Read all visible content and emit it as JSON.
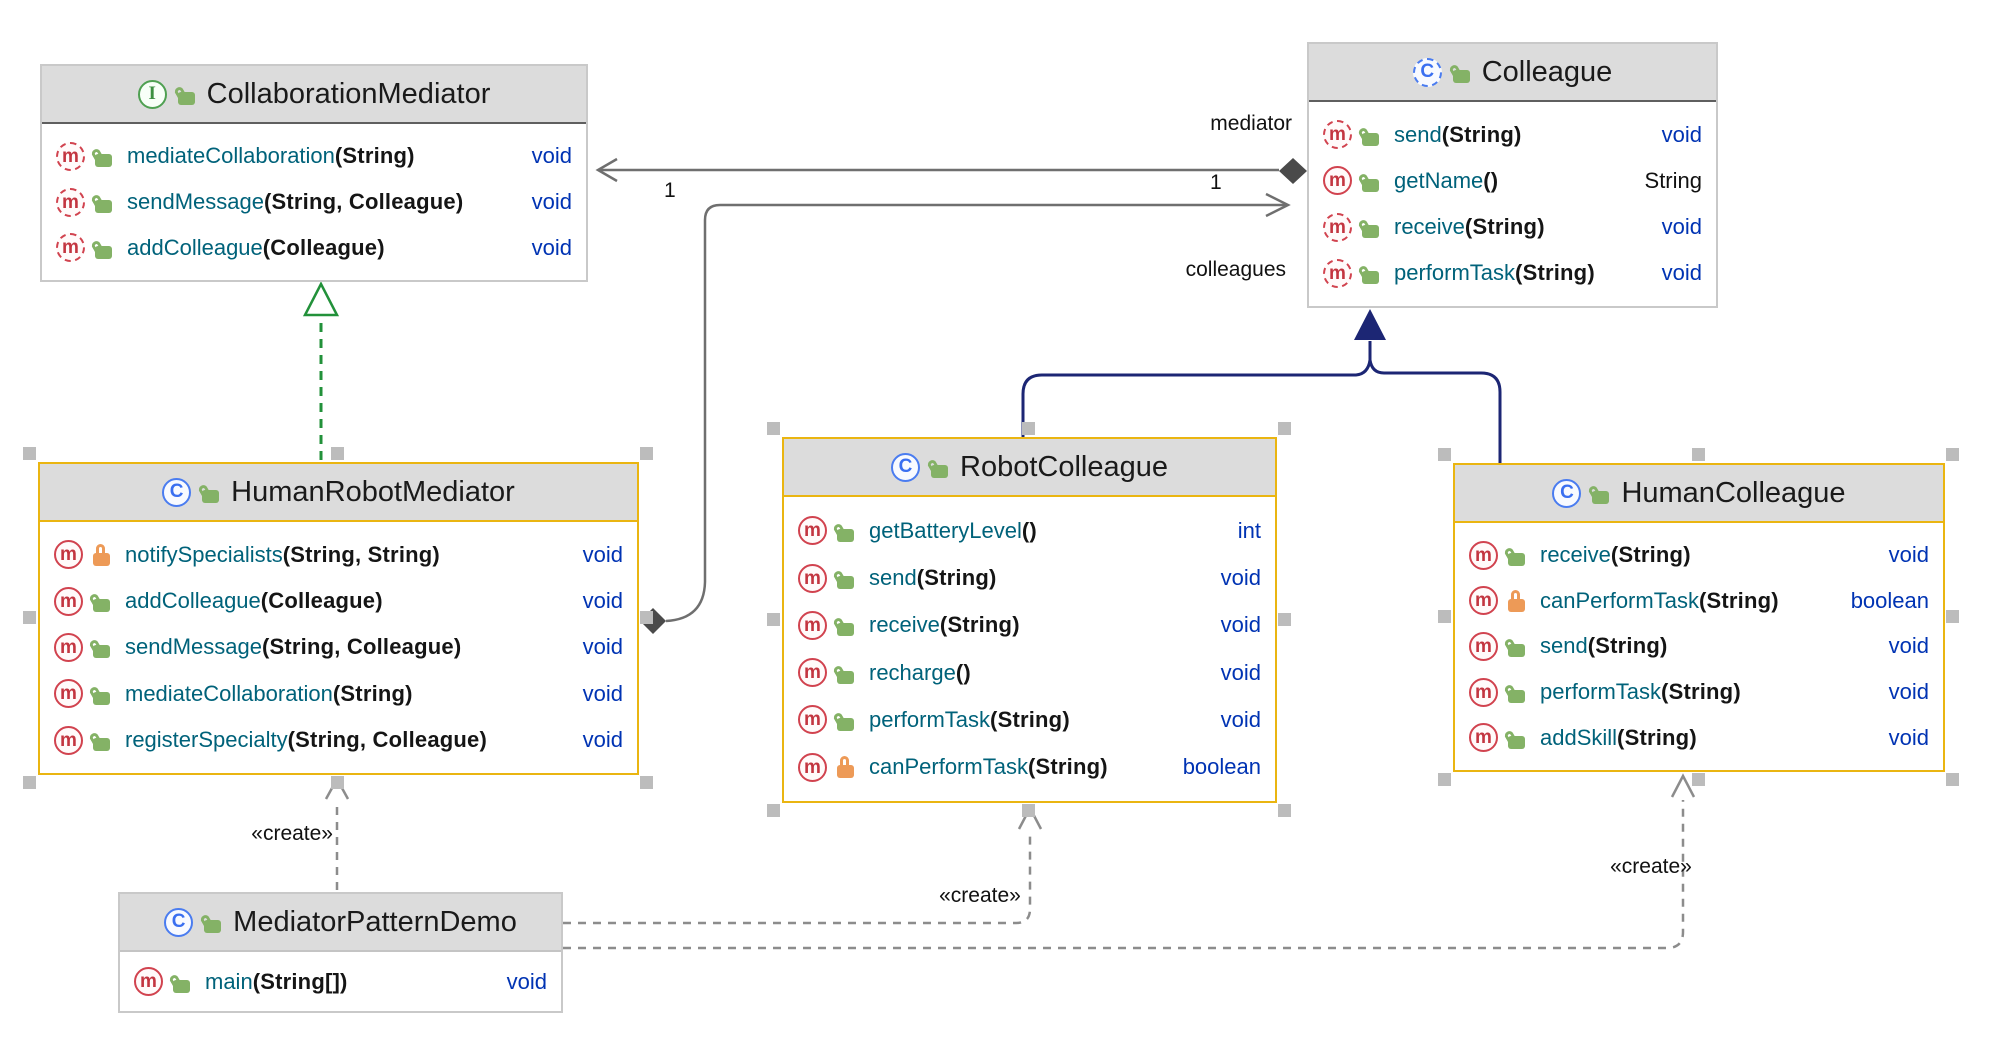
{
  "diagram": {
    "tool": "uml-class-diagram",
    "background": "#ffffff",
    "colors": {
      "box_header": "#dcdcdc",
      "box_border": "#c9c9c9",
      "selected_border": "#eab511",
      "method_name": "#00627A",
      "keyword_type": "#0033B3",
      "class_type_text": "#111111",
      "method_icon_red": "#d1434f",
      "class_icon_blue": "#4a7cf0",
      "interface_icon_green": "#4fa052",
      "public_lock_green": "#84b266",
      "private_lock_orange": "#ed9a57",
      "association_gray": "#6f6f6f",
      "inheritance_navy": "#1c2674",
      "realization_green": "#22913a",
      "diamond_fill": "#4a4a4a",
      "selection_handle": "#bcbcbc"
    }
  },
  "classes": [
    {
      "title": "CollaborationMediator",
      "kind": "interface",
      "selected": false,
      "methods": [
        {
          "name": "mediateCollaboration",
          "params": "(String)",
          "returns": "void",
          "visibility": "public",
          "abstract": true
        },
        {
          "name": "sendMessage",
          "params": "(String, Colleague)",
          "returns": "void",
          "visibility": "public",
          "abstract": true
        },
        {
          "name": "addColleague",
          "params": "(Colleague)",
          "returns": "void",
          "visibility": "public",
          "abstract": true
        }
      ]
    },
    {
      "title": "Colleague",
      "kind": "abstract-class",
      "selected": false,
      "methods": [
        {
          "name": "send",
          "params": "(String)",
          "returns": "void",
          "visibility": "public",
          "abstract": true
        },
        {
          "name": "getName",
          "params": "()",
          "returns": "String",
          "visibility": "public",
          "abstract": false
        },
        {
          "name": "receive",
          "params": "(String)",
          "returns": "void",
          "visibility": "public",
          "abstract": true
        },
        {
          "name": "performTask",
          "params": "(String)",
          "returns": "void",
          "visibility": "public",
          "abstract": true
        }
      ]
    },
    {
      "title": "HumanRobotMediator",
      "kind": "class",
      "selected": true,
      "methods": [
        {
          "name": "notifySpecialists",
          "params": "(String, String)",
          "returns": "void",
          "visibility": "private",
          "abstract": false
        },
        {
          "name": "addColleague",
          "params": "(Colleague)",
          "returns": "void",
          "visibility": "public",
          "abstract": false
        },
        {
          "name": "sendMessage",
          "params": "(String, Colleague)",
          "returns": "void",
          "visibility": "public",
          "abstract": false
        },
        {
          "name": "mediateCollaboration",
          "params": "(String)",
          "returns": "void",
          "visibility": "public",
          "abstract": false
        },
        {
          "name": "registerSpecialty",
          "params": "(String, Colleague)",
          "returns": "void",
          "visibility": "public",
          "abstract": false
        }
      ]
    },
    {
      "title": "RobotColleague",
      "kind": "class",
      "selected": true,
      "methods": [
        {
          "name": "getBatteryLevel",
          "params": "()",
          "returns": "int",
          "visibility": "public",
          "abstract": false
        },
        {
          "name": "send",
          "params": "(String)",
          "returns": "void",
          "visibility": "public",
          "abstract": false
        },
        {
          "name": "receive",
          "params": "(String)",
          "returns": "void",
          "visibility": "public",
          "abstract": false
        },
        {
          "name": "recharge",
          "params": "()",
          "returns": "void",
          "visibility": "public",
          "abstract": false
        },
        {
          "name": "performTask",
          "params": "(String)",
          "returns": "void",
          "visibility": "public",
          "abstract": false
        },
        {
          "name": "canPerformTask",
          "params": "(String)",
          "returns": "boolean",
          "visibility": "private",
          "abstract": false
        }
      ]
    },
    {
      "title": "HumanColleague",
      "kind": "class",
      "selected": true,
      "methods": [
        {
          "name": "receive",
          "params": "(String)",
          "returns": "void",
          "visibility": "public",
          "abstract": false
        },
        {
          "name": "canPerformTask",
          "params": "(String)",
          "returns": "boolean",
          "visibility": "private",
          "abstract": false
        },
        {
          "name": "send",
          "params": "(String)",
          "returns": "void",
          "visibility": "public",
          "abstract": false
        },
        {
          "name": "performTask",
          "params": "(String)",
          "returns": "void",
          "visibility": "public",
          "abstract": false
        },
        {
          "name": "addSkill",
          "params": "(String)",
          "returns": "void",
          "visibility": "public",
          "abstract": false
        }
      ]
    },
    {
      "title": "MediatorPatternDemo",
      "kind": "class",
      "selected": false,
      "methods": [
        {
          "name": "main",
          "params": "(String[])",
          "returns": "void",
          "visibility": "public",
          "abstract": false
        }
      ]
    }
  ],
  "relationships": [
    {
      "type": "realization",
      "from": "HumanRobotMediator",
      "to": "CollaborationMediator"
    },
    {
      "type": "inheritance",
      "from": "RobotColleague",
      "to": "Colleague"
    },
    {
      "type": "inheritance",
      "from": "HumanColleague",
      "to": "Colleague"
    },
    {
      "type": "aggregation",
      "from": "Colleague",
      "to": "CollaborationMediator",
      "label": "mediator",
      "multiplicity": "1"
    },
    {
      "type": "aggregation",
      "from": "HumanRobotMediator",
      "to": "Colleague",
      "label": "colleagues",
      "multiplicity": "1"
    },
    {
      "type": "create-dependency",
      "from": "MediatorPatternDemo",
      "to": "HumanRobotMediator",
      "label": "«create»"
    },
    {
      "type": "create-dependency",
      "from": "MediatorPatternDemo",
      "to": "RobotColleague",
      "label": "«create»"
    },
    {
      "type": "create-dependency",
      "from": "MediatorPatternDemo",
      "to": "HumanColleague",
      "label": "«create»"
    }
  ]
}
